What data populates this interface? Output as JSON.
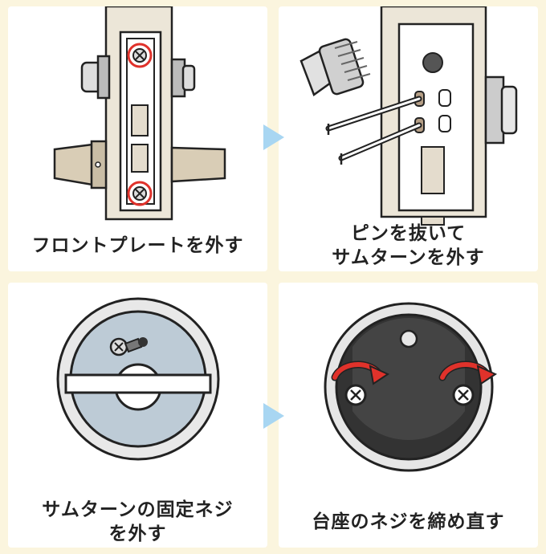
{
  "steps": [
    {
      "caption": [
        "フロントプレートを外す"
      ]
    },
    {
      "caption": [
        "ピンを抜いて",
        "サムターンを外す"
      ]
    },
    {
      "caption": [
        "サムターンの固定ネジ",
        "を外す"
      ]
    },
    {
      "caption": [
        "台座のネジを締め直す"
      ]
    }
  ],
  "colors": {
    "background": "#fbf5de",
    "panel": "#ffffff",
    "next_arrow": "#a8d6f2",
    "highlight_circle": "#e0322b",
    "rotate_arrow": "#e0322b"
  },
  "icons": [
    "next-step-arrow",
    "screw-icon",
    "rotate-arrow-icon"
  ]
}
